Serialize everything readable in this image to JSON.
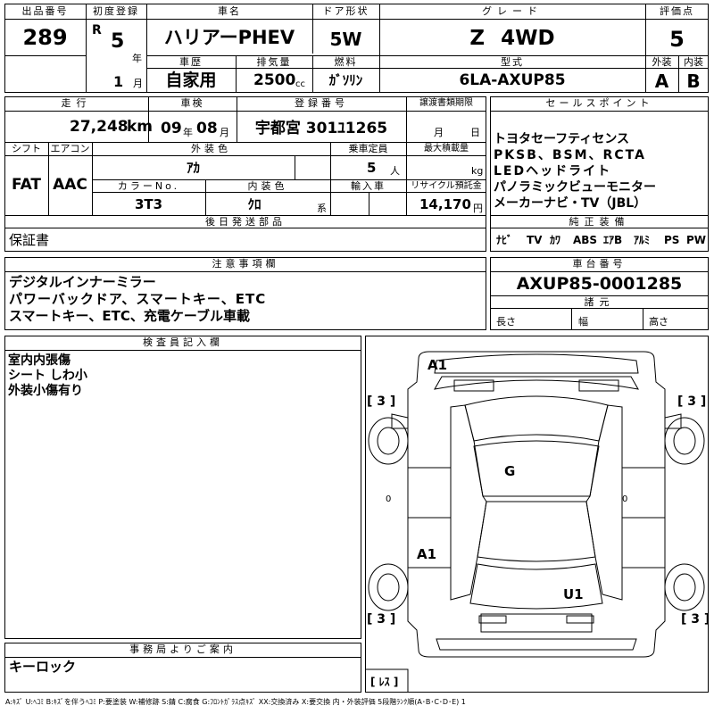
{
  "header": {
    "lot_label": "出品番号",
    "lot_number": "289",
    "first_reg_label": "初度登録",
    "era_mark": "R",
    "reg_year": "5",
    "year_unit": "年",
    "reg_month": "1",
    "month_unit": "月",
    "car_name_label": "車名",
    "car_name": "ハリアーPHEV",
    "door_label": "ドア形状",
    "door": "5W",
    "grade_label": "グレード",
    "grade": "Z 4WD",
    "score_label": "評価点",
    "score": "5",
    "history_label": "車歴",
    "history": "自家用",
    "displacement_label": "排気量",
    "displacement": "2500",
    "displacement_unit": "cc",
    "fuel_label": "燃料",
    "fuel": "ｶﾞｿﾘﾝ",
    "model_label": "型式",
    "model": "6LA-AXUP85",
    "exterior_label": "外装",
    "exterior": "A",
    "interior_label": "内装",
    "interior": "B"
  },
  "specs": {
    "mileage_label": "走行",
    "mileage": "27,248",
    "mileage_unit": "km",
    "inspection_label": "車検",
    "insp_year": "09",
    "insp_year_unit": "年",
    "insp_month": "08",
    "insp_month_unit": "月",
    "plate_label": "登録番号",
    "plate": "宇都宮 301ﾕ1265",
    "transfer_label": "譲渡書類期限",
    "transfer_month_unit": "月",
    "transfer_day_unit": "日",
    "shift_label": "シフト",
    "shift": "FAT",
    "ac_label": "エアコン",
    "ac": "AAC",
    "ext_color_label": "外装色",
    "ext_color": "ｱｶ",
    "capacity_label": "乗車定員",
    "capacity": "5",
    "capacity_unit": "人",
    "load_label": "最大積載量",
    "load_unit": "kg",
    "color_no_label": "カラーNo.",
    "color_no": "3T3",
    "int_color_label": "内装色",
    "int_color": "ｸﾛ",
    "int_color_unit": "系",
    "import_label": "輸入車",
    "recycle_label": "リサイクル預託金",
    "recycle": "14,170",
    "recycle_unit": "円"
  },
  "sales_points": {
    "label": "セールスポイント",
    "lines": [
      "トヨタセーフティセンス",
      "PKSB、BSM、RCTA",
      "LEDヘッドライト",
      "パノラミックビューモニター",
      "メーカーナビ・TV（JBL）"
    ]
  },
  "deferred": {
    "label": "後日発送部品",
    "value": "保証書"
  },
  "equipment": {
    "label": "純正装備",
    "items": [
      "ﾅﾋﾞ",
      "TV",
      "ｶﾜ",
      "ABS",
      "ｴｱB",
      "ｱﾙﾐ",
      "PS",
      "PW"
    ]
  },
  "notes": {
    "label": "注意事項欄",
    "lines": [
      "デジタルインナーミラー",
      "パワーバックドア、スマートキー、ETC",
      "スマートキー、ETC、充電ケーブル車載"
    ]
  },
  "chassis": {
    "label": "車台番号",
    "value": "AXUP85-0001285",
    "dims_label": "諸元",
    "length_label": "長さ",
    "width_label": "幅",
    "height_label": "高さ"
  },
  "inspector": {
    "label": "検査員記入欄",
    "lines": [
      "室内内張傷",
      "シート しわ小",
      "外装小傷有り"
    ]
  },
  "office": {
    "label": "事務局よりご案内",
    "value": "キーロック"
  },
  "diagram": {
    "marks": [
      "A1",
      "G",
      "A1",
      "U1"
    ],
    "tire_labels": [
      "[ 3 ]",
      "[ 3 ]",
      "[ 3 ]",
      "[ 3 ]"
    ],
    "tire_values": [
      "0",
      "0"
    ],
    "spare_label": "[ ﾚｽ ]"
  },
  "footer": {
    "legend": "A:ｷｽﾞ U:ﾍｺﾐ B:ｷｽﾞを伴うﾍｺﾐ P:要塗装 W:補修跡 S:錆 C:腐食 G:ﾌﾛﾝﾄｶﾞﾗｽ点ｷｽﾞ XX:交換済み X:要交換 内・外装評価 5段階ﾗﾝｸ順(A･B･C･D･E) 1"
  }
}
